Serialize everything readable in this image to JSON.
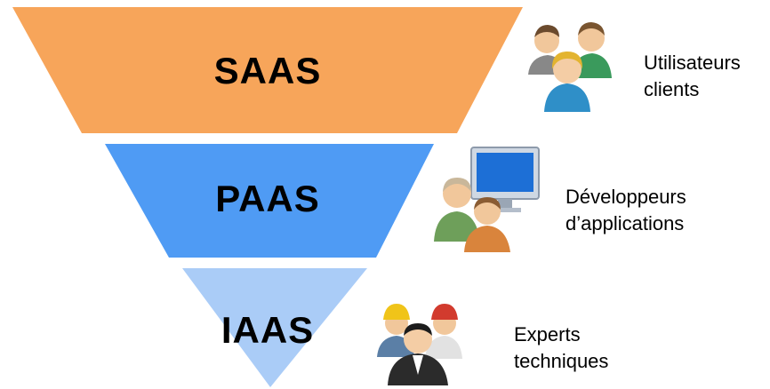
{
  "layers": [
    {
      "label": "SAAS",
      "color": "#f7a55a",
      "role": [
        "Utilisateurs",
        "clients"
      ],
      "icon": "user-group-icon"
    },
    {
      "label": "PAAS",
      "color": "#4f9bf4",
      "role": [
        "Développeurs",
        "d’applications"
      ],
      "icon": "developers-computer-icon"
    },
    {
      "label": "IAAS",
      "color": "#aaccf7",
      "role": [
        "Experts",
        "techniques"
      ],
      "icon": "technical-experts-icon"
    }
  ]
}
